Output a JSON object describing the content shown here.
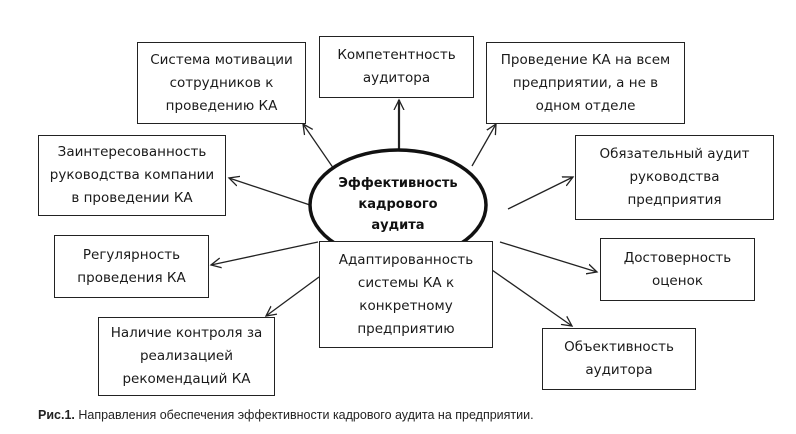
{
  "diagram": {
    "center": "Эффективность\nкадрового\nаудита",
    "nodes": [
      {
        "id": "motivation",
        "text": "Система мотивации\nсотрудников к\nпроведению КА"
      },
      {
        "id": "competence",
        "text": "Компетентность\nаудитора"
      },
      {
        "id": "whole-enterprise",
        "text": "Проведение КА на всем\nпредприятии, а не в\nодном отделе"
      },
      {
        "id": "management-interest",
        "text": "Заинтересованность\nруководства компании\nв проведении КА"
      },
      {
        "id": "mandatory-audit",
        "text": "Обязательный аудит\nруководства\nпредприятия"
      },
      {
        "id": "regularity",
        "text": "Регулярность\nпроведения КА"
      },
      {
        "id": "adaptation",
        "text": "Адаптированность\nсистемы КА к\nконкретному\nпредприятию"
      },
      {
        "id": "reliability",
        "text": "Достоверность\nоценок"
      },
      {
        "id": "control",
        "text": "Наличие контроля за\nреализацией\nрекомендаций КА"
      },
      {
        "id": "objectivity",
        "text": "Объективность\nаудитора"
      }
    ]
  },
  "caption": {
    "label": "Рис.1.",
    "text": " Направления обеспечения эффективности кадрового аудита на предприятии."
  }
}
